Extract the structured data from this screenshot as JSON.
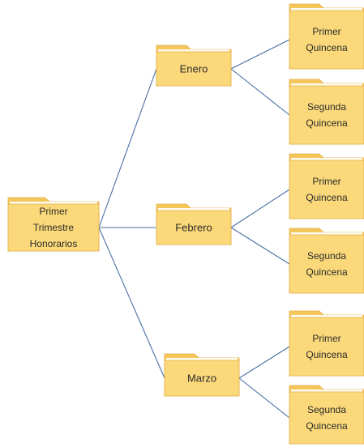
{
  "colors": {
    "folder_body": "#fbd97a",
    "folder_tab": "#f5c65a",
    "folder_edge": "#e2b04a",
    "connector": "#4a6fa5"
  },
  "root": {
    "label_lines": [
      "Primer",
      "Trimestre",
      "Honorarios"
    ],
    "icon": "folder-icon"
  },
  "months": [
    {
      "label": "Enero",
      "icon": "folder-icon",
      "children": [
        {
          "label_lines": [
            "Primer",
            "Quincena"
          ],
          "icon": "folder-icon"
        },
        {
          "label_lines": [
            "Segunda",
            "Quincena"
          ],
          "icon": "folder-icon"
        }
      ]
    },
    {
      "label": "Febrero",
      "icon": "folder-icon",
      "children": [
        {
          "label_lines": [
            "Primer",
            "Quincena"
          ],
          "icon": "folder-icon"
        },
        {
          "label_lines": [
            "Segunda",
            "Quincena"
          ],
          "icon": "folder-icon"
        }
      ]
    },
    {
      "label": "Marzo",
      "icon": "folder-icon",
      "children": [
        {
          "label_lines": [
            "Primer",
            "Quincena"
          ],
          "icon": "folder-icon"
        },
        {
          "label_lines": [
            "Segunda",
            "Quincena"
          ],
          "icon": "folder-icon"
        }
      ]
    }
  ]
}
